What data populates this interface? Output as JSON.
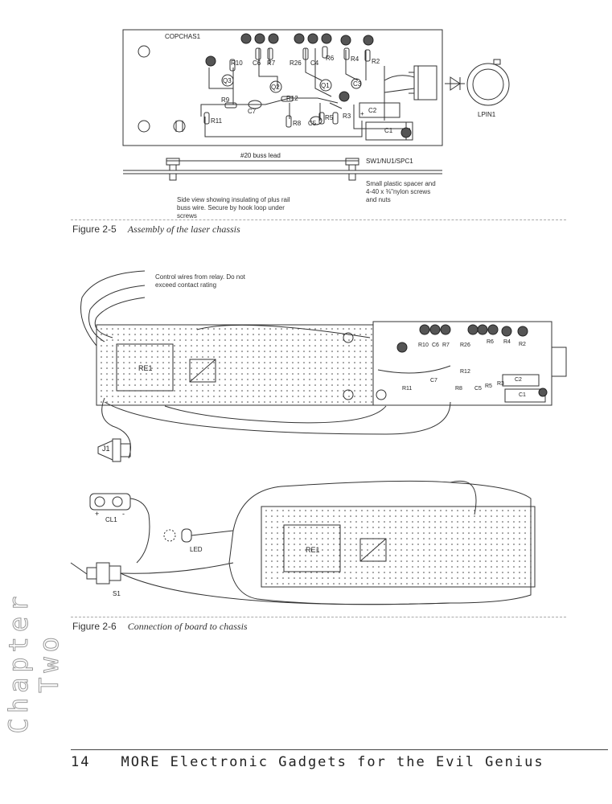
{
  "figure_5": {
    "board_label": "COPCHAS1",
    "components": {
      "r10": "R10",
      "c6": "C6",
      "r7": "R7",
      "r26": "R26",
      "c4": "C4",
      "r6": "R6",
      "r4": "R4",
      "r2": "R2",
      "q3": "Q3",
      "q2": "Q2",
      "q1": "Q1",
      "c3": "C3",
      "r9": "R9",
      "r12": "R12",
      "c7": "C7",
      "r11": "R11",
      "r8": "R8",
      "c5": "C5",
      "r5": "R5",
      "r3": "R3",
      "c2": "C2",
      "c2_plus": "+",
      "c1": "C1"
    },
    "lens_label": "LPIN1",
    "buss_label": "#20 buss lead",
    "spacer_label": "SW1/NU1/SPC1",
    "spacer_note": "Small plastic spacer and 4-40 x ⅜\"nylon screws and nuts",
    "side_view_note": "Side view showing insulating of plus rail buss wire. Secure by hook loop under screws",
    "caption_num": "Figure 2-5",
    "caption_title": "Assembly of the laser chassis"
  },
  "figure_6": {
    "control_note": "Control wires from relay. Do not exceed contact rating",
    "relay_top": "RE1",
    "relay_bottom": "RE1",
    "jack": "J1",
    "clip": "CL1",
    "clip_plus": "+",
    "clip_minus": "-",
    "led": "LED",
    "switch": "S1",
    "chassis_labels": {
      "r10": "R10",
      "c6": "C6",
      "r7": "R7",
      "r26": "R26",
      "r6": "R6",
      "r4": "R4",
      "r2": "R2",
      "r11": "R11",
      "r8": "R8",
      "r12": "R12",
      "c5": "C5",
      "r5": "R5",
      "r3": "R3",
      "c2": "C2",
      "c1": "C1",
      "c7": "C7"
    },
    "caption_num": "Figure 2-6",
    "caption_title": "Connection of board to chassis"
  },
  "sidebar_text": "Chapter Two",
  "footer": {
    "page_number": "14",
    "book_title": "MORE Electronic Gadgets for the Evil Genius"
  }
}
